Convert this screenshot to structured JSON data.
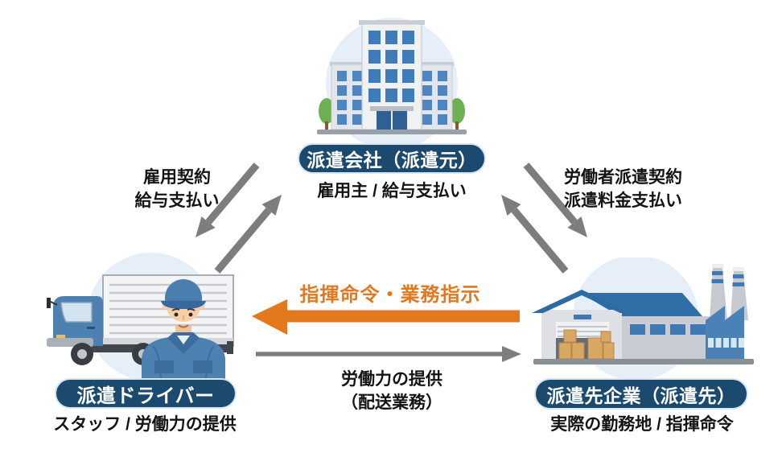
{
  "nodes": {
    "company": {
      "label": "派遣会社（派遣元）",
      "sublabel": "雇用主 / 給与支払い",
      "icon": "office-building-icon"
    },
    "driver": {
      "label": "派遣ドライバー",
      "sublabel": "スタッフ / 労働力の提供",
      "icon": "truck-driver-icon"
    },
    "client": {
      "label": "派遣先企業（派遣先）",
      "sublabel": "実際の勤務地 / 指揮命令",
      "icon": "factory-icon"
    }
  },
  "edges": {
    "company_driver": {
      "type": "double-arrow",
      "line1": "雇用契約",
      "line2": "給与支払い"
    },
    "company_client": {
      "type": "double-arrow",
      "line1": "労働者派遣契約",
      "line2": "派遣料金支払い"
    },
    "client_to_driver": {
      "type": "solid-arrow-left",
      "label": "指揮命令・業務指示",
      "color": "#e2791f"
    },
    "driver_to_client": {
      "type": "solid-arrow-right",
      "line1": "労働力の提供",
      "line2": "（配送業務）",
      "color": "#7d7d7d"
    }
  },
  "colors": {
    "pill_navy": "#1b4a6e",
    "arrow_gray": "#7d7d7d",
    "arrow_orange": "#e2791f",
    "halo_blue": "#e6eef8",
    "roof_blue": "#2d6ca3",
    "text_black": "#141414"
  }
}
